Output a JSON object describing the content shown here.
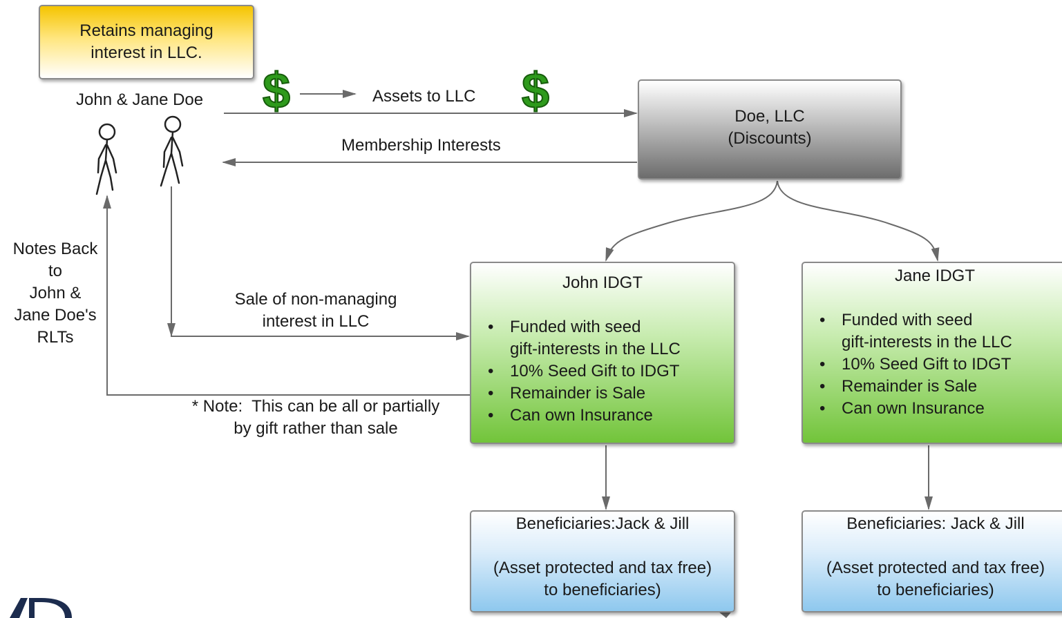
{
  "owners": {
    "retains_text": [
      "Retains managing",
      "interest in LLC."
    ],
    "name": "John & Jane Doe"
  },
  "flows": {
    "assets_label": "Assets to LLC",
    "membership_label": "Membership Interests",
    "sale_label": [
      "Sale of non-managing",
      "interest in LLC"
    ],
    "notes_label": [
      "Notes Back",
      "to",
      "John &",
      "Jane Doe's",
      "RLTs"
    ],
    "note_text": [
      "* Note:  This can be all or partially",
      "by gift rather than sale"
    ]
  },
  "llc": {
    "name": "Doe, LLC",
    "subtitle": "(Discounts)"
  },
  "john_idgt": {
    "title": "John IDGT",
    "bullets": [
      "Funded with seed\ngift-interests in the LLC",
      "10% Seed Gift to IDGT",
      "Remainder is Sale",
      "Can own Insurance"
    ]
  },
  "jane_idgt": {
    "title": "Jane IDGT",
    "bullets": [
      "Funded with seed\ngift-interests in the LLC",
      "10% Seed Gift to IDGT",
      "Remainder is Sale",
      "Can own Insurance"
    ]
  },
  "john_beneficiaries": {
    "title": "Beneficiaries:Jack & Jill",
    "note": [
      "(Asset protected and tax free)",
      "to beneficiaries)"
    ]
  },
  "jane_beneficiaries": {
    "title": "Beneficiaries: Jack & Jill",
    "note": [
      "(Asset protected and tax free)",
      "to beneficiaries)"
    ]
  },
  "icons": {
    "dollar": "dollar-sign-icon",
    "person": "stick-figure-icon",
    "logo": "firm-logo"
  },
  "colors": {
    "retains_top": "#f5c400",
    "llc_bottom": "#6c6c6c",
    "idgt_bottom": "#72c43a",
    "bene_bottom": "#8ec8ee",
    "dollar_green": "#2e9a1c",
    "arrow": "#6a6a6a",
    "logo_navy": "#1c2c4e"
  }
}
